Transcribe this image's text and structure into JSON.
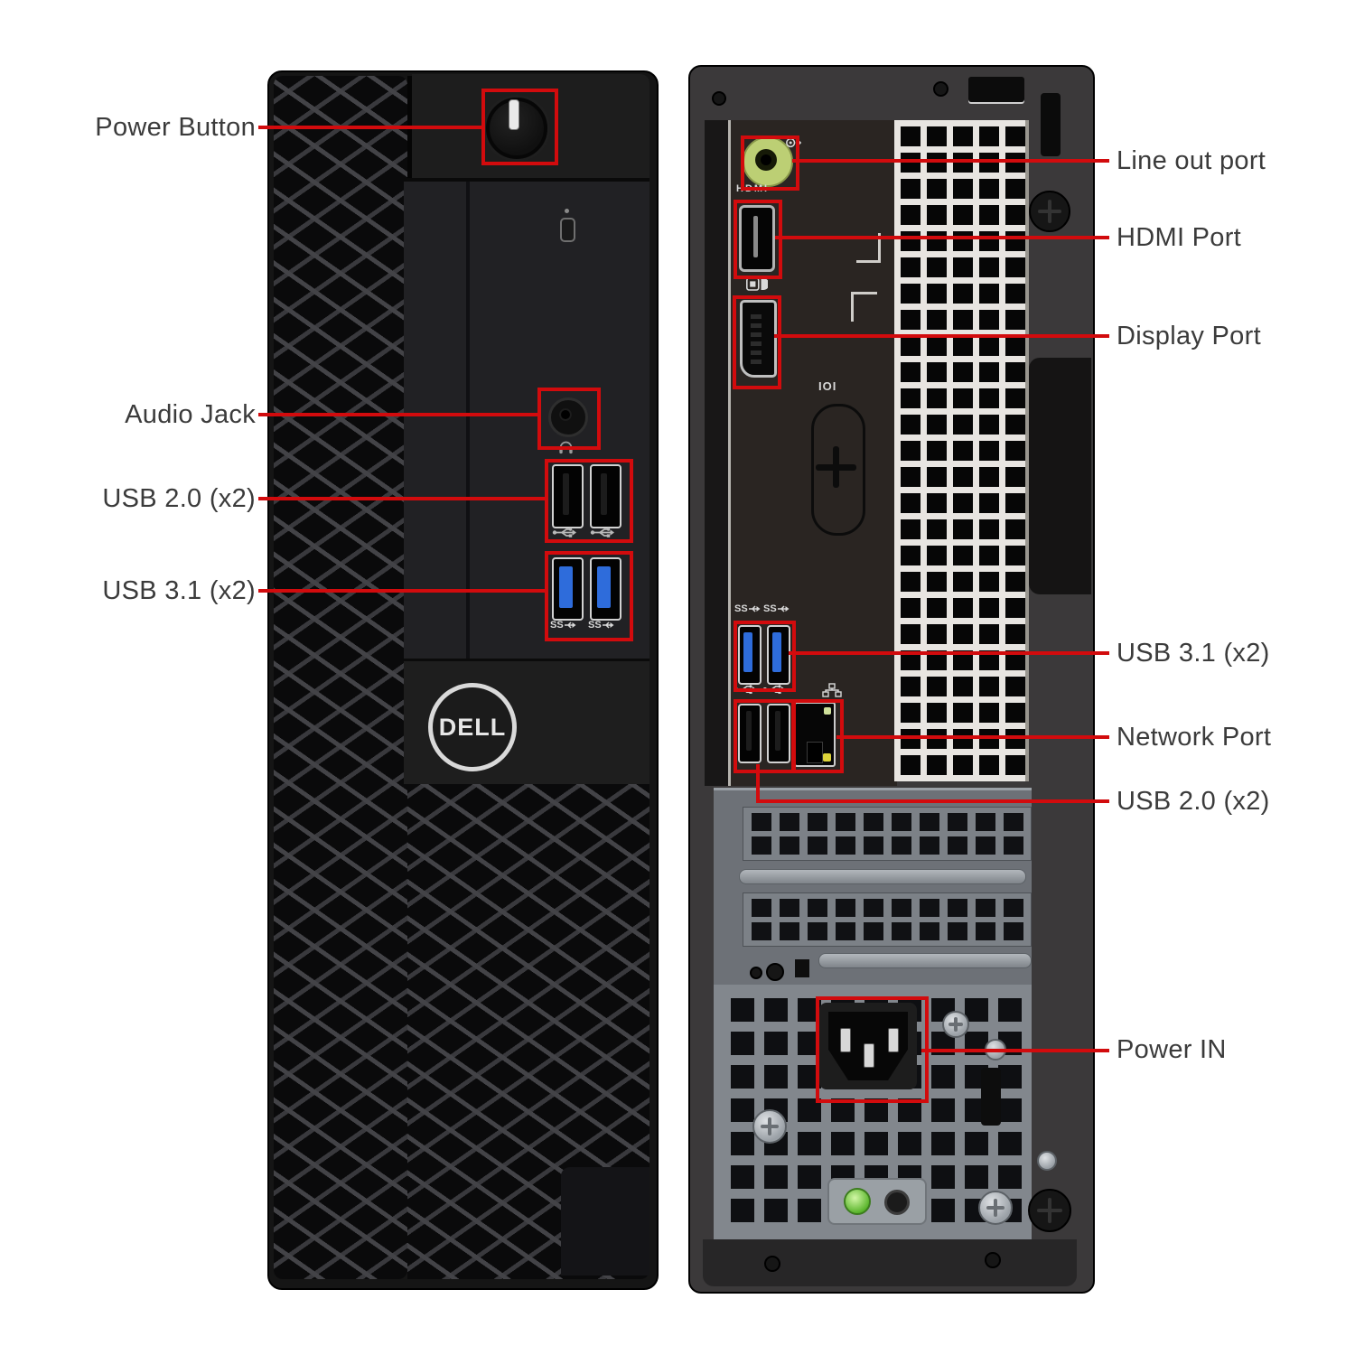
{
  "annotations": {
    "front": [
      {
        "id": "power-button",
        "label": "Power Button"
      },
      {
        "id": "audio-jack",
        "label": "Audio Jack"
      },
      {
        "id": "usb20-front",
        "label": "USB 2.0 (x2)"
      },
      {
        "id": "usb31-front",
        "label": "USB 3.1 (x2)"
      }
    ],
    "back": [
      {
        "id": "line-out",
        "label": "Line out port"
      },
      {
        "id": "hdmi",
        "label": "HDMI Port"
      },
      {
        "id": "displayport",
        "label": "Display Port"
      },
      {
        "id": "usb31-back",
        "label": "USB 3.1 (x2)"
      },
      {
        "id": "network",
        "label": "Network Port"
      },
      {
        "id": "usb20-back",
        "label": "USB 2.0 (x2)"
      },
      {
        "id": "power-in",
        "label": "Power IN"
      }
    ],
    "colors": {
      "callout_red": "#d20b0d",
      "label_text": "#3b3b3b"
    }
  },
  "device": {
    "brand_logo": "DELL",
    "markings": {
      "hdmi": "HDMI",
      "serial": "IOI",
      "usb3_superspeed": "SS"
    },
    "colors": {
      "usb3_blue": "#2e6cdb",
      "lineout_green": "#bccf74",
      "psu_led_green": "#55b227",
      "rj45_led_yellow": "#ddd43a"
    },
    "icons": [
      "headphone-icon",
      "usb-trident-icon",
      "usb3-ss-icon",
      "lineout-icon",
      "displayport-icon",
      "network-icon",
      "hdd-activity-icon",
      "power-bar-icon"
    ]
  }
}
